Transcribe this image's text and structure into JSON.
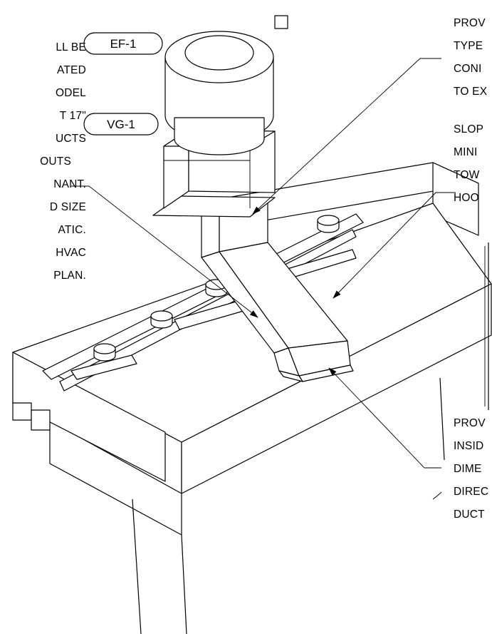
{
  "tags": {
    "ef": "EF-1",
    "vg": "VG-1"
  },
  "notes": {
    "left": [
      "LL BE",
      "ATED",
      "ODEL",
      "T 17\"",
      "UCTS",
      "OUTS",
      "NANT.",
      "D SIZE",
      "ATIC.",
      "HVAC",
      "PLAN."
    ],
    "top_right": [
      "PROV",
      "TYPE",
      "CONI",
      "TO EX"
    ],
    "mid_right": [
      "SLOP",
      "MINI",
      "TOW",
      "HOO"
    ],
    "bottom_right": [
      "PROV",
      "INSID",
      "DIME",
      "DIREC",
      "DUCT"
    ]
  }
}
